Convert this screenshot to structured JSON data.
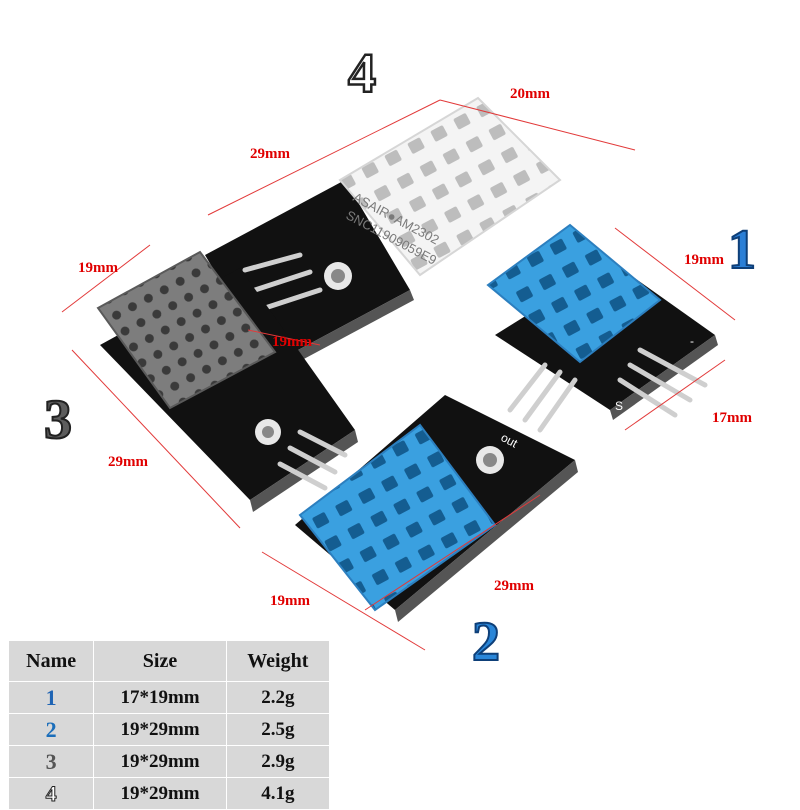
{
  "numbers": {
    "n1": {
      "label": "1",
      "color": "#2b7fd6"
    },
    "n2": {
      "label": "2",
      "color": "#2a86d8"
    },
    "n3": {
      "label": "3",
      "color": "#5d5d5d"
    },
    "n4": {
      "label": "4",
      "color": "#ffffff"
    }
  },
  "dimensions": {
    "top_width": "20mm",
    "top_length": "29mm",
    "top_pin": "19mm",
    "left_width": "19mm",
    "left_length": "29mm",
    "right_width": "19mm",
    "right_length": "17mm",
    "bottom_width": "19mm",
    "bottom_length": "29mm"
  },
  "prints": {
    "brand": "ASAIR●AM2302",
    "serial": "SNC11909059E9",
    "out": "out",
    "plus": "+",
    "minus": "-",
    "s": "S"
  },
  "colors": {
    "blue_sensor": "#3aa0e0",
    "grey_sensor": "#7d7d7d",
    "white_sensor": "#f4f4f4",
    "pcb": "#111111",
    "dim_line": "#e23a3a"
  },
  "table": {
    "headers": [
      "Name",
      "Size",
      "Weight"
    ],
    "rows": [
      {
        "name": "1",
        "size": "17*19mm",
        "weight": "2.2g"
      },
      {
        "name": "2",
        "size": "19*29mm",
        "weight": "2.5g"
      },
      {
        "name": "3",
        "size": "19*29mm",
        "weight": "2.9g"
      },
      {
        "name": "4",
        "size": "19*29mm",
        "weight": "4.1g"
      }
    ]
  }
}
